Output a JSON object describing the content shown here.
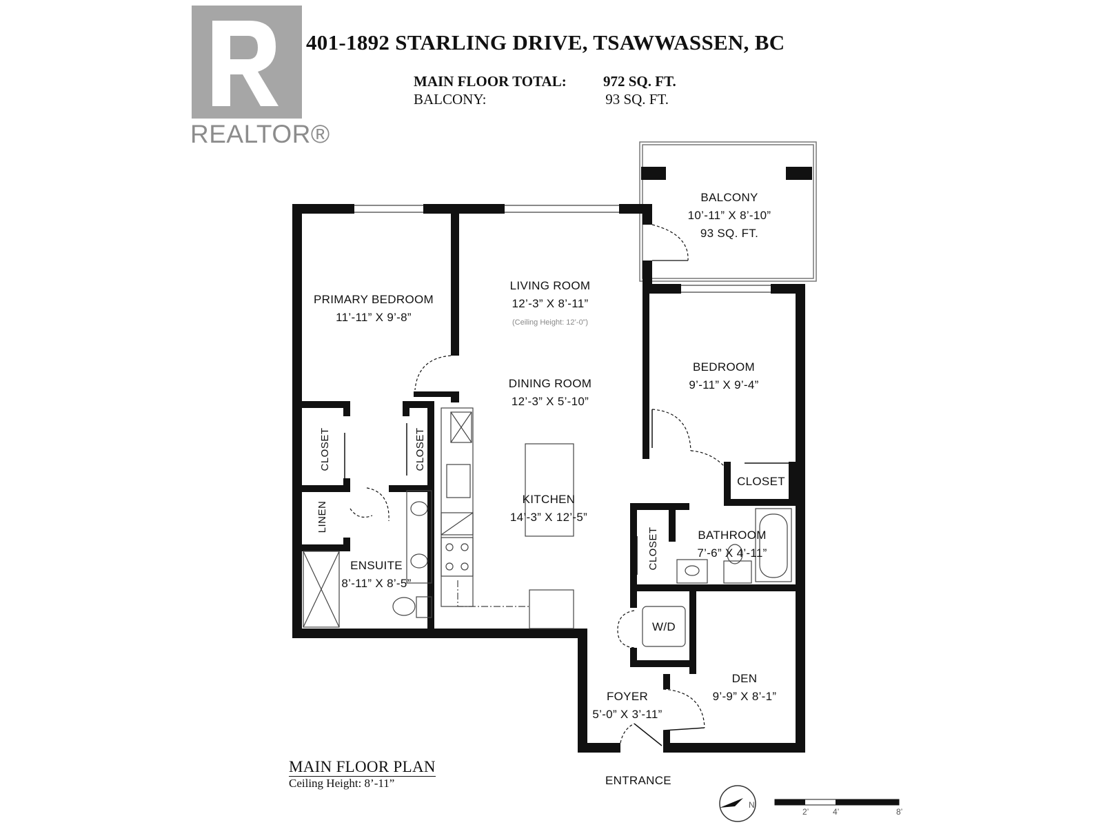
{
  "header": {
    "logo_text": "REALTOR®",
    "address": "401-1892 STARLING DRIVE, TSAWWASSEN, BC",
    "main_floor_label": "MAIN FLOOR TOTAL:",
    "main_floor_value": "972 SQ. FT.",
    "balcony_label": "BALCONY:",
    "balcony_value": "93 SQ. FT."
  },
  "rooms": {
    "balcony": {
      "name": "BALCONY",
      "dims": "10’-11” X 8’-10”",
      "area": "93 SQ. FT."
    },
    "living": {
      "name": "LIVING ROOM",
      "dims": "12’-3” X 8’-11”",
      "note": "(Ceiling Height: 12’-0”)"
    },
    "dining": {
      "name": "DINING ROOM",
      "dims": "12’-3” X 5’-10”"
    },
    "kitchen": {
      "name": "KITCHEN",
      "dims": "14’-3” X 12’-5”"
    },
    "primary_bedroom": {
      "name": "PRIMARY BEDROOM",
      "dims": "11’-11” X 9’-8”"
    },
    "bedroom": {
      "name": "BEDROOM",
      "dims": "9’-11” X 9’-4”"
    },
    "bathroom": {
      "name": "BATHROOM",
      "dims": "7’-6” X 4’-11”"
    },
    "ensuite": {
      "name": "ENSUITE",
      "dims": "8’-11” X 8’-5”"
    },
    "den": {
      "name": "DEN",
      "dims": "9’-9” X 8’-1”"
    },
    "foyer": {
      "name": "FOYER",
      "dims": "5’-0” X 3’-11”"
    },
    "closet_label": "CLOSET",
    "linen_label": "LINEN",
    "wd_label": "W/D"
  },
  "footer": {
    "plan_title": "MAIN FLOOR PLAN",
    "ceiling_height": "Ceiling Height: 8’-11”",
    "entrance": "ENTRANCE",
    "compass": "N",
    "scale_labels": [
      "2’",
      "4’",
      "8’"
    ]
  }
}
